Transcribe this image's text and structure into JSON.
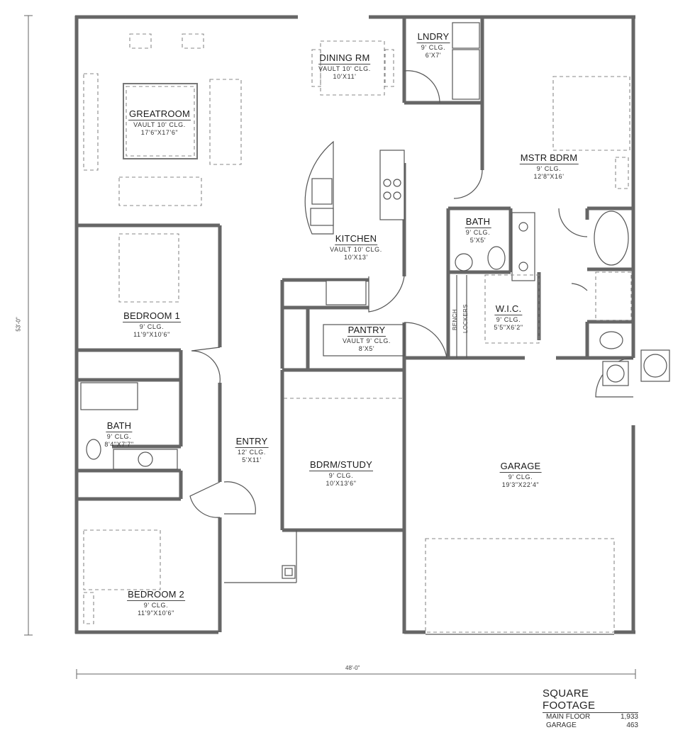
{
  "plan": {
    "overall_depth": "53'-0\"",
    "overall_width": "48'-0\""
  },
  "rooms": {
    "greatroom": {
      "name": "GREATROOM",
      "ceiling": "VAULT 10' CLG.",
      "size": "17'6\"X17'6\""
    },
    "dining": {
      "name": "DINING RM",
      "ceiling": "VAULT 10' CLG.",
      "size": "10'X11'"
    },
    "laundry": {
      "name": "LNDRY",
      "ceiling": "9' CLG.",
      "size": "6'X7'"
    },
    "master": {
      "name": "MSTR BDRM",
      "ceiling": "9' CLG.",
      "size": "12'8\"X16'"
    },
    "kitchen": {
      "name": "KITCHEN",
      "ceiling": "VAULT 10' CLG.",
      "size": "10'X13'"
    },
    "master_bath": {
      "name": "BATH",
      "ceiling": "9' CLG.",
      "size": "5'X5'"
    },
    "bedroom1": {
      "name": "BEDROOM 1",
      "ceiling": "9' CLG.",
      "size": "11'9\"X10'6\""
    },
    "pantry": {
      "name": "PANTRY",
      "ceiling": "VAULT 9' CLG.",
      "size": "8'X5'"
    },
    "wic": {
      "name": "W.I.C.",
      "ceiling": "9' CLG.",
      "size": "5'5\"X6'2\""
    },
    "bath2": {
      "name": "BATH",
      "ceiling": "9' CLG.",
      "size": "8'4\"X7'7\""
    },
    "entry": {
      "name": "ENTRY",
      "ceiling": "12' CLG.",
      "size": "5'X11'"
    },
    "study": {
      "name": "BDRM/STUDY",
      "ceiling": "9' CLG.",
      "size": "10'X13'6\""
    },
    "garage": {
      "name": "GARAGE",
      "ceiling": "9' CLG.",
      "size": "19'3\"X22'4\""
    },
    "bedroom2": {
      "name": "BEDROOM 2",
      "ceiling": "9' CLG.",
      "size": "11'9\"X10'6\""
    }
  },
  "annotations": {
    "bench": "BENCH",
    "lockers": "LOCKERS"
  },
  "square_footage": {
    "title": "SQUARE FOOTAGE",
    "rows": [
      {
        "label": "MAIN FLOOR",
        "value": "1,933"
      },
      {
        "label": "GARAGE",
        "value": "463"
      }
    ]
  }
}
